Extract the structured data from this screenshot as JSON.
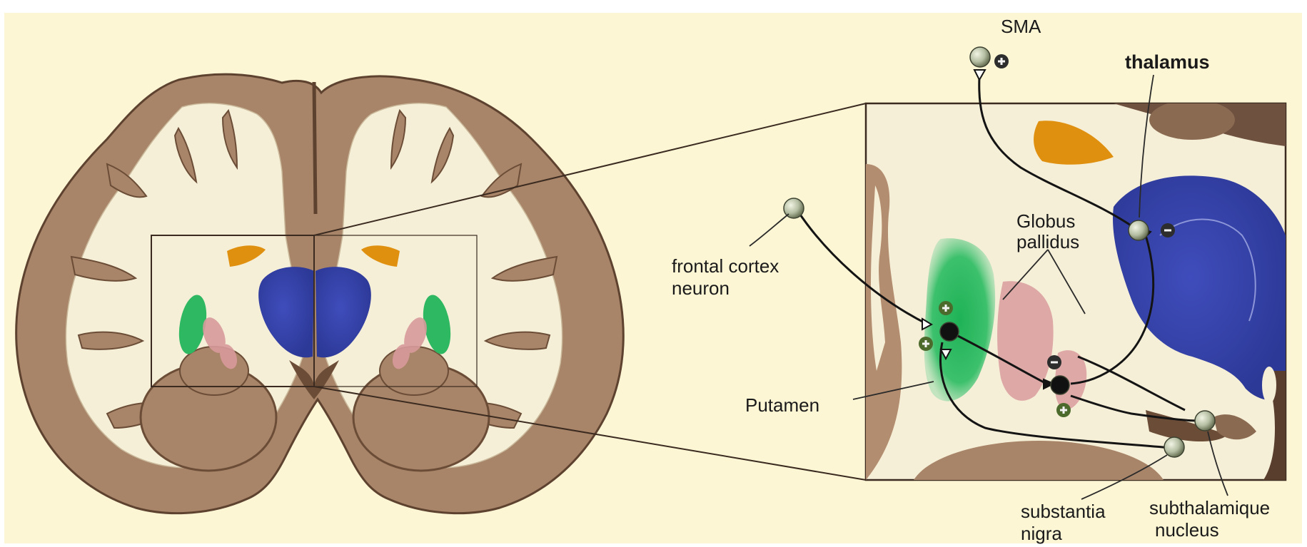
{
  "labels": {
    "sma": "SMA",
    "thalamus": "thalamus",
    "frontal_cortex_line1": "frontal cortex",
    "frontal_cortex_line2": "neuron",
    "globus_line1": "Globus",
    "globus_line2": "pallidus",
    "putamen": "Putamen",
    "substantia_line1": "substantia",
    "substantia_line2": "nigra",
    "subthalamic_line1": "subthalamique",
    "subthalamic_line2": "nucleus"
  },
  "colors": {
    "background": "#fcf6d4",
    "cortex": "#a88468",
    "white_matter": "#f6efd7",
    "thalamus": "#3743a8",
    "putamen": "#2fb862",
    "globus_pallidus": "#d89b9c",
    "ventricle": "#e0900f",
    "neuron_soma": "#b4bda0"
  }
}
